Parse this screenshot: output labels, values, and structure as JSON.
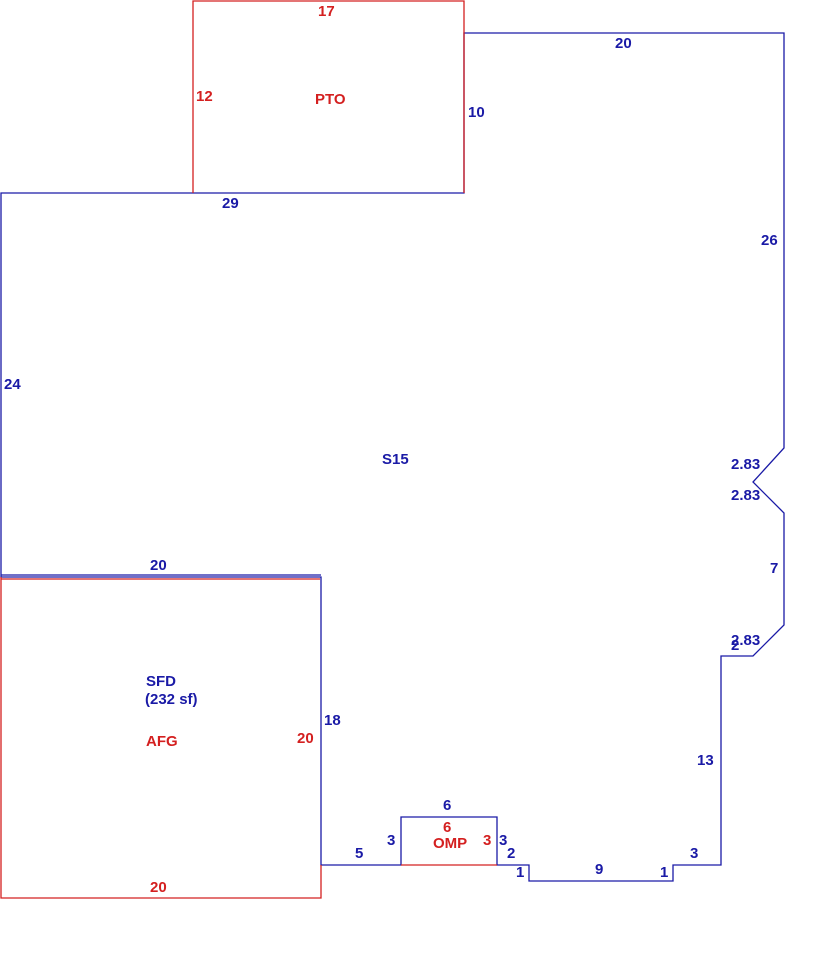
{
  "sections": {
    "main": {
      "code": "S15"
    },
    "patio": {
      "code": "PTO"
    },
    "garage": {
      "code": "AFG",
      "description": "SFD",
      "area": "(232 sf)"
    },
    "porch": {
      "code": "OMP"
    }
  },
  "colors": {
    "main_outline": "#1a1aa6",
    "addition_outline": "#d42020"
  },
  "dimensions": {
    "pto_top": "17",
    "pto_left": "12",
    "main_top": "20",
    "main_right_notch": "10",
    "main_top_left": "29",
    "main_right": "26",
    "main_left": "24",
    "bay_upper_1": "2.83",
    "bay_upper_2": "2.83",
    "bay_side": "7",
    "bay_lower": "2.83",
    "bay_step": "2",
    "main_lower_left": "20",
    "main_inner_vertical": "18",
    "afg_right": "20",
    "afg_bottom": "20",
    "right_lower": "13",
    "step_right": "3",
    "step_left_1": "1",
    "bottom_recess": "9",
    "step_right_1": "1",
    "omp_right_step": "2",
    "bottom_left_segment": "5",
    "omp_left": "3",
    "omp_top": "6",
    "omp_right_blue": "3",
    "omp_inner_width": "6",
    "omp_inner_right": "3"
  }
}
